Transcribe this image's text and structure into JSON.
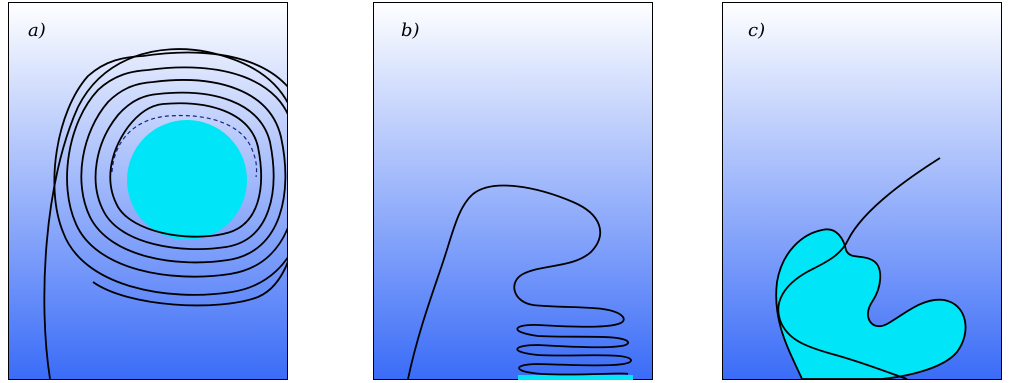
{
  "panels": [
    {
      "label": "a)"
    },
    {
      "label": "b)"
    },
    {
      "label": "c)"
    }
  ],
  "colors": {
    "gradient_top": "#ffffff",
    "gradient_bottom": "#3a6cf7",
    "region_fill": "#00e5f7",
    "curve": "#000000"
  }
}
